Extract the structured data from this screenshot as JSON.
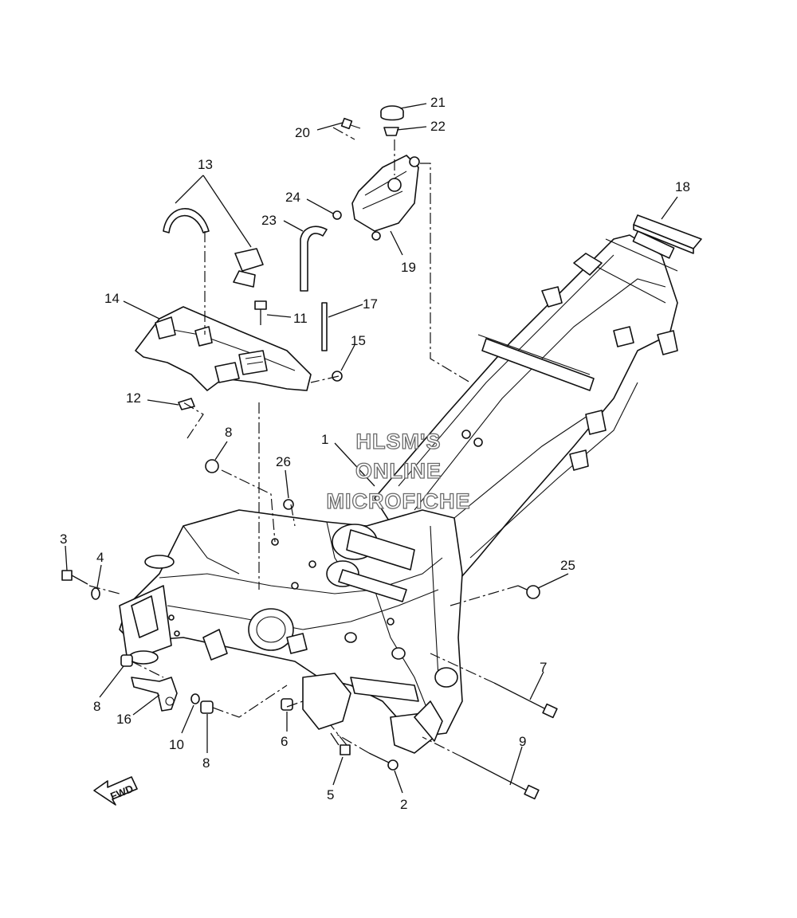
{
  "diagram": {
    "labels": {
      "p1": "1",
      "p2": "2",
      "p3": "3",
      "p4": "4",
      "p5": "5",
      "p6": "6",
      "p7": "7",
      "p8a": "8",
      "p8b": "8",
      "p8c": "8",
      "p9": "9",
      "p10": "10",
      "p11": "11",
      "p12": "12",
      "p13": "13",
      "p14": "14",
      "p15": "15",
      "p16": "16",
      "p17": "17",
      "p18": "18",
      "p19": "19",
      "p20": "20",
      "p21": "21",
      "p22": "22",
      "p23": "23",
      "p24": "24",
      "p25": "25",
      "p26": "26"
    },
    "watermark": [
      "HLSM'S",
      "ONLINE",
      "MICROFICHE"
    ],
    "fwd_label": "FWD"
  }
}
